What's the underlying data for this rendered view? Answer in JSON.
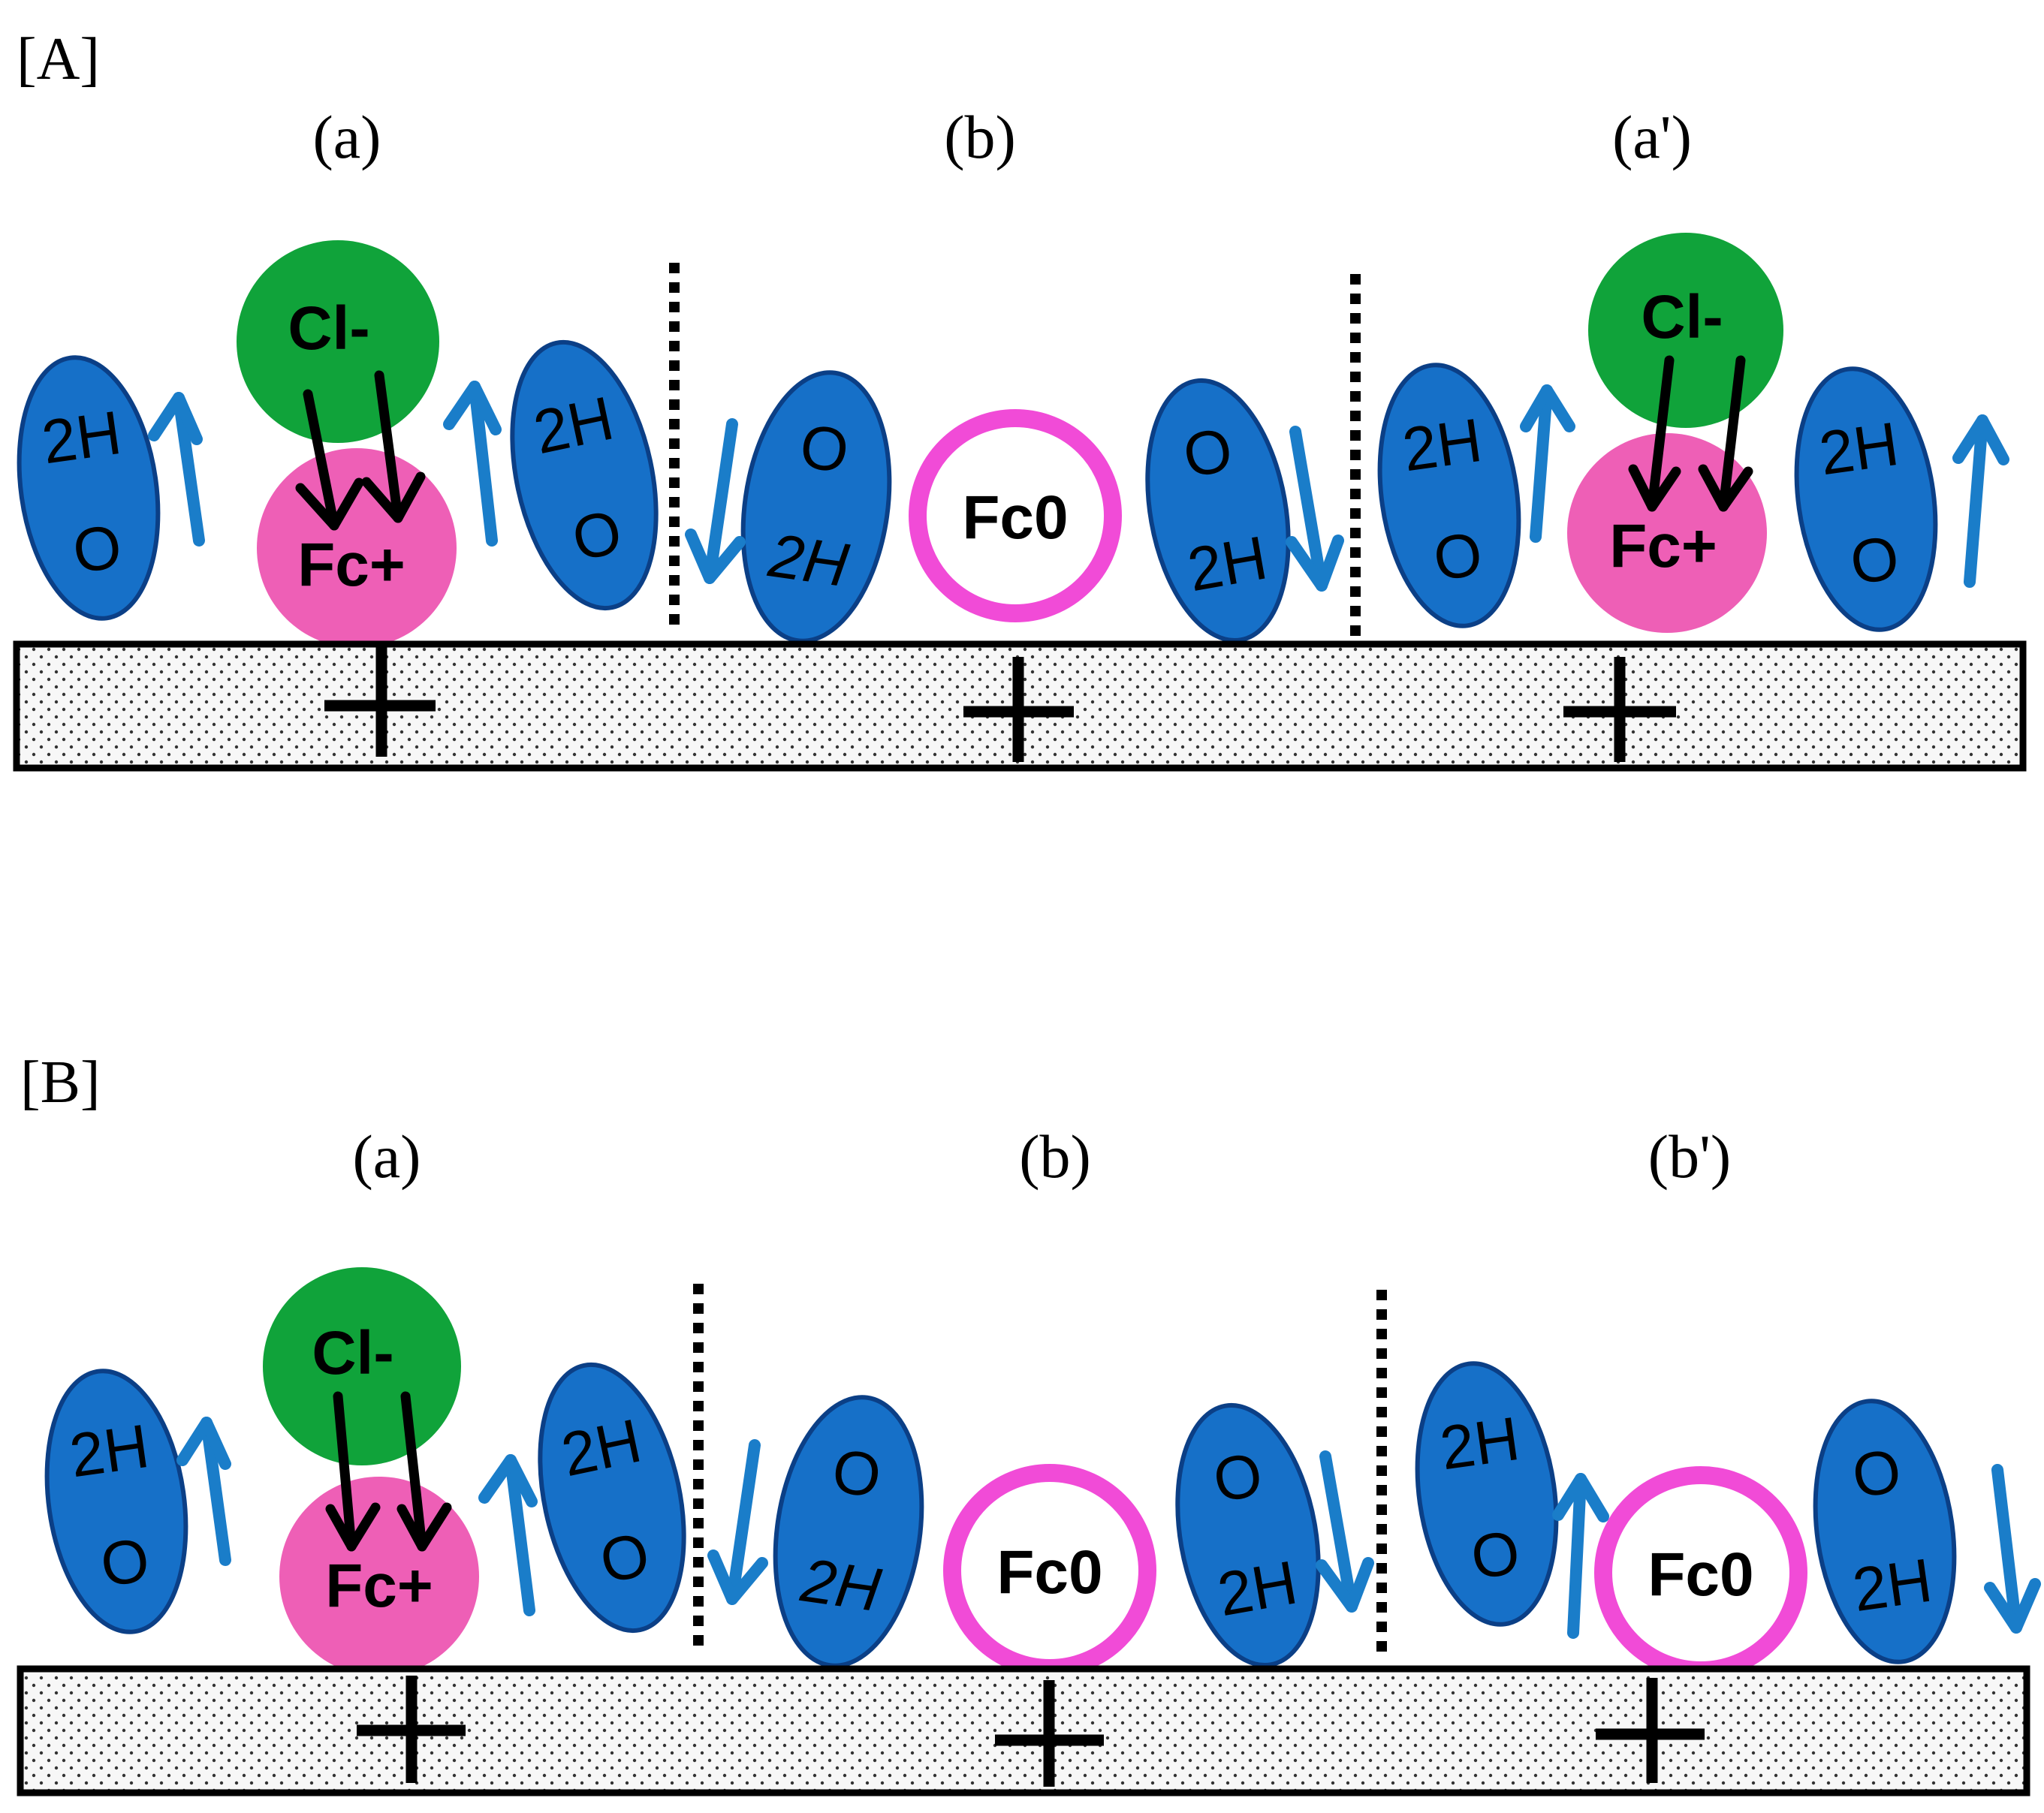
{
  "panels": [
    {
      "tag": "[A]",
      "sections": [
        {
          "label": "(a)",
          "fc": "Fc+",
          "anion": "Cl-"
        },
        {
          "label": "(b)",
          "fc": "Fc0"
        },
        {
          "label": "(a')",
          "fc": "Fc+",
          "anion": "Cl-"
        }
      ]
    },
    {
      "tag": "[B]",
      "sections": [
        {
          "label": "(a)",
          "fc": "Fc+",
          "anion": "Cl-"
        },
        {
          "label": "(b)",
          "fc": "Fc0"
        },
        {
          "label": "(b')",
          "fc": "Fc0"
        }
      ]
    }
  ],
  "water": {
    "top": "2H",
    "bottom": "O"
  },
  "electrode_charge": "+",
  "colors": {
    "water": "#1670c8",
    "water_outline": "#0b3f86",
    "flip_arrow": "#1a7dc9",
    "fc_plus": "#ee5fb6",
    "fc_ring": "#f14bd7",
    "chloride": "#10a33a",
    "electrode_fill": "#f7f7f7"
  }
}
